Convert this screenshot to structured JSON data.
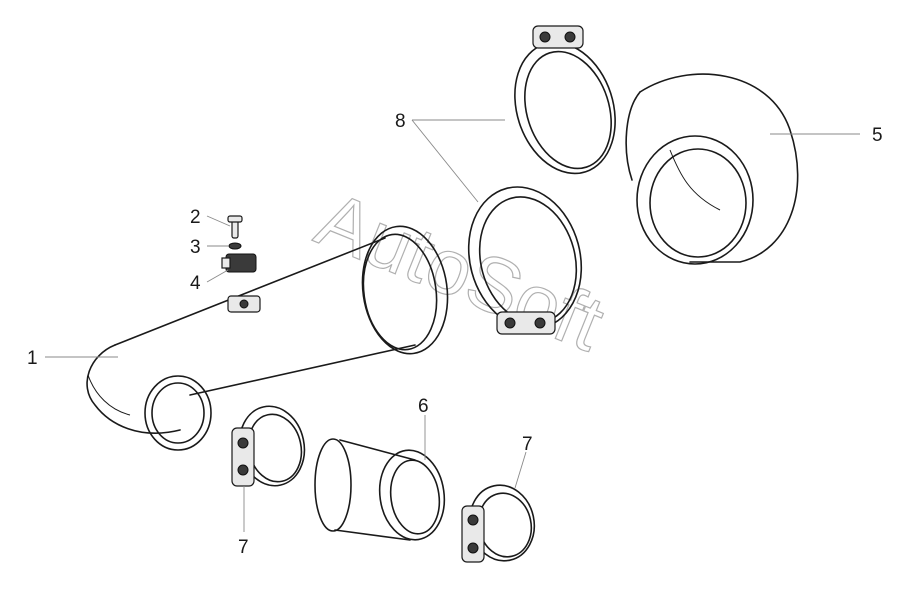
{
  "watermark": "AutoSoft",
  "callouts": {
    "c1": "1",
    "c2": "2",
    "c3": "3",
    "c4": "4",
    "c5": "5",
    "c6": "6",
    "c7a": "7",
    "c7b": "7",
    "c8": "8"
  }
}
